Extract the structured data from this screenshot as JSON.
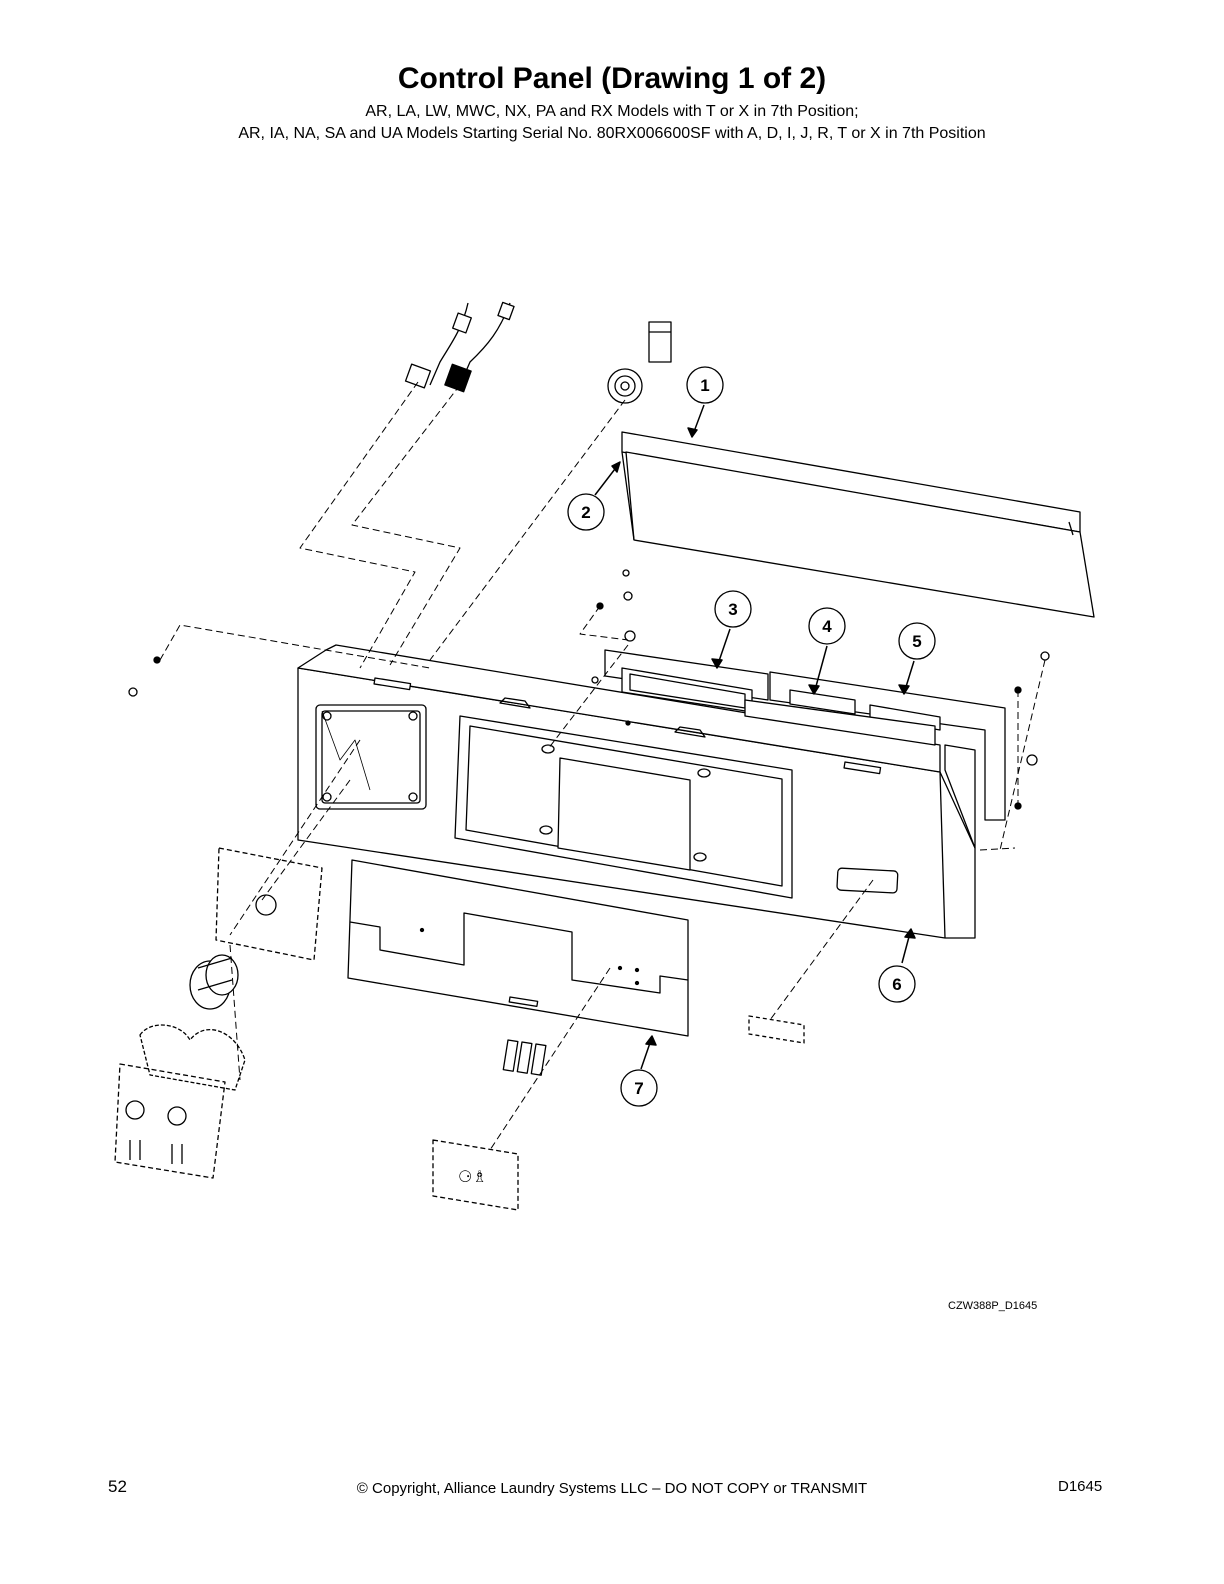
{
  "header": {
    "title": "Control Panel (Drawing 1 of 2)",
    "subtitle_line1": "AR, LA, LW, MWC, NX, PA and RX Models with T or X in 7th Position;",
    "subtitle_line2": "AR, IA, NA, SA and UA Models Starting Serial No. 80RX006600SF  with A, D, I, J, R, T or X in 7th Position"
  },
  "callouts": [
    "1",
    "2",
    "3",
    "4",
    "5",
    "6",
    "7"
  ],
  "drawing_code": "CZW388P_D1645",
  "footer": {
    "page_number": "52",
    "copyright": "© Copyright, Alliance Laundry Systems LLC – DO NOT COPY or TRANSMIT",
    "doc_id": "D1645"
  }
}
